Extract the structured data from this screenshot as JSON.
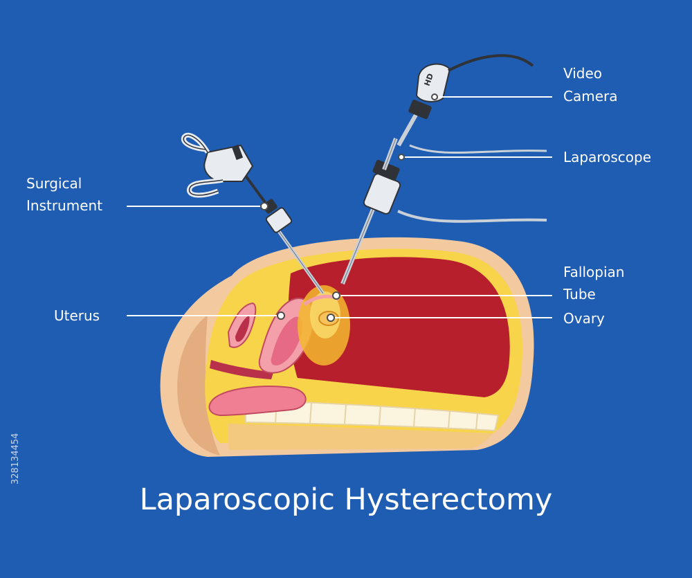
{
  "title": "Laparoscopic Hysterectomy",
  "stock_id": "328134454",
  "labels": {
    "video_camera": [
      "Video",
      "Camera"
    ],
    "laparoscope": "Laparoscope",
    "surgical_instrument": [
      "Surgical",
      "Instrument"
    ],
    "fallopian_tube": [
      "Fallopian",
      "Tube"
    ],
    "ovary": "Ovary",
    "uterus": "Uterus"
  },
  "camera_badge": "HD",
  "colors": {
    "background": "#1f5db3",
    "skin": "#f3c9a0",
    "skin_shadow": "#e3ad80",
    "fat": "#f7d44a",
    "muscle": "#b81f2c",
    "spine": "#fbf4df",
    "uterus": "#f4a0aa",
    "organ_dark": "#b8304a",
    "glow": "#f3b92e",
    "instrument": "#e8ecf1",
    "instrument_dark": "#2f3338"
  }
}
